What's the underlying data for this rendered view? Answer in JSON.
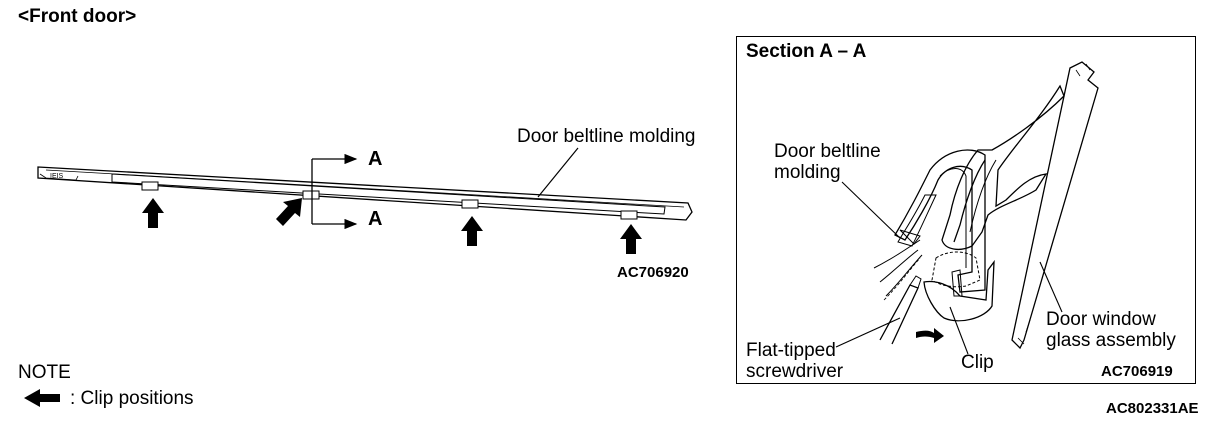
{
  "title": "<Front door>",
  "front_view": {
    "molding_label": "Door beltline molding",
    "section_mark_top": "A",
    "section_mark_bottom": "A",
    "code": "AC706920"
  },
  "section": {
    "title": "Section A – A",
    "molding_label_line1": "Door beltline",
    "molding_label_line2": "molding",
    "screwdriver_line1": "Flat-tipped",
    "screwdriver_line2": "screwdriver",
    "clip_label": "Clip",
    "glass_line1": "Door window",
    "glass_line2": "glass assembly",
    "code": "AC706919"
  },
  "note": {
    "heading": "NOTE",
    "legend_text": ": Clip positions",
    "legend_icon": "arrow-left-icon"
  },
  "figure_code": "AC802331AE"
}
